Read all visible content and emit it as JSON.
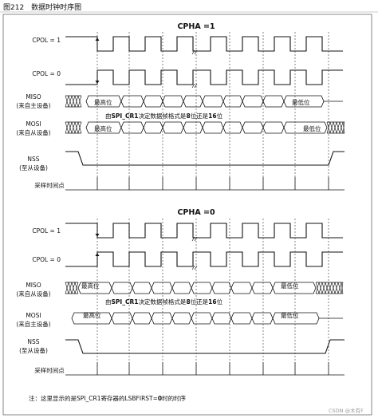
{
  "figure_caption": "图212　数据时钟时序图",
  "panels": [
    {
      "title": "CPHA =1",
      "signals": {
        "cpol1": "CPOL = 1",
        "cpol0": "CPOL = 0",
        "miso": "MISO",
        "miso_sub": "(来自主设备)",
        "mosi": "MOSI",
        "mosi_sub": "(来自从设备)",
        "nss": "NSS",
        "nss_sub": "(至从设备)",
        "sample": "采样时间点"
      },
      "miso_msb": "最高位",
      "miso_lsb": "最低位",
      "mosi_msb": "最高位",
      "mosi_lsb": "最低位",
      "frame_note_parts": [
        "由",
        "SPI_CR1",
        "决定数据帧格式是",
        "8",
        "位还是",
        "16",
        "位"
      ]
    },
    {
      "title": "CPHA =0",
      "signals": {
        "cpol1": "CPOL = 1",
        "cpol0": "CPOL = 0",
        "miso": "MISO",
        "miso_sub": "(来自从设备)",
        "mosi": "MOSI",
        "mosi_sub": "(来自主设备)",
        "nss": "NSS",
        "nss_sub": "(至从设备)",
        "sample": "采样时间点"
      },
      "miso_msb": "最高位",
      "miso_lsb": "最低位",
      "mosi_msb": "最高位",
      "mosi_lsb": "最低位",
      "frame_note_parts": [
        "由",
        "SPI_CR1",
        "决定数据帧格式是",
        "8",
        "位还是",
        "16",
        "位"
      ]
    }
  ],
  "footnote_parts": [
    "注：这里显示的是SPI_CR1寄存器的LSBFIRST=",
    "0",
    "时的时序"
  ],
  "watermark": "CSDN @木有F"
}
